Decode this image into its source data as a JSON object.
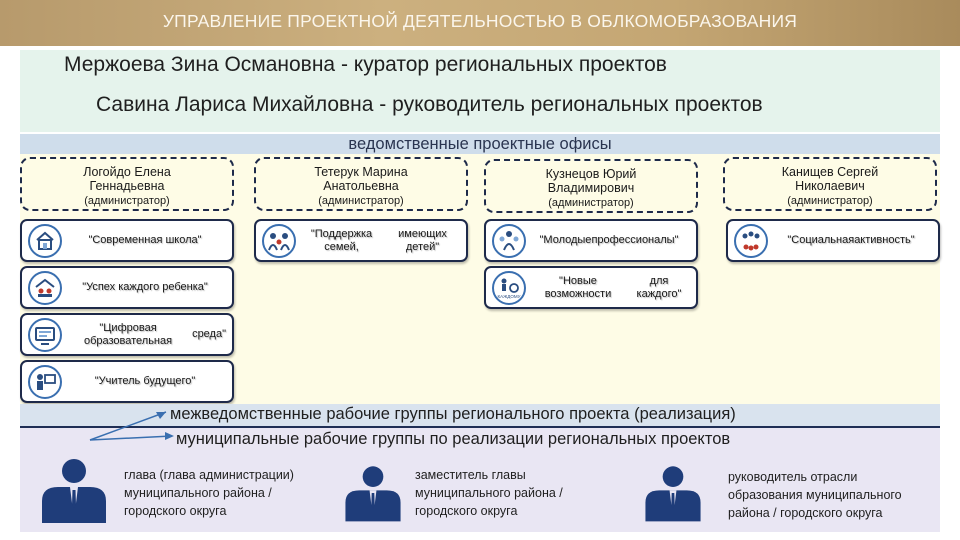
{
  "header": {
    "title": "УПРАВЛЕНИЕ ПРОЕКТНОЙ ДЕЯТЕЛЬНОСТЬЮ В ОБЛКОМОБРАЗОВАНИЯ"
  },
  "leaders": {
    "curator": "Мержоева Зина Османовна - куратор региональных проектов",
    "head": "Савина Лариса Михайловна - руководитель региональных  проектов"
  },
  "offices_label": "ведомственные проектные офисы",
  "admins": [
    {
      "line1": "Логойдо Елена",
      "line2": "Геннадьевна",
      "role": "(администратор)"
    },
    {
      "line1": "Тетерук Марина",
      "line2": "Анатольевна",
      "role": "(администратор)"
    },
    {
      "line1": "Кузнецов Юрий",
      "line2": "Владимирович",
      "role": "(администратор)"
    },
    {
      "line1": "Канищев Сергей",
      "line2": "Николаевич",
      "role": "(администратор)"
    }
  ],
  "projects": [
    {
      "label": "\"Современная школа\"",
      "icon": "school-icon"
    },
    {
      "label": "\"Успех каждого ребенка\"",
      "icon": "child-success-icon"
    },
    {
      "label1": "\"Цифровая образовательная",
      "label2": "среда\"",
      "icon": "digital-screen-icon"
    },
    {
      "label": "\"Учитель будущего\"",
      "icon": "teacher-icon"
    },
    {
      "label1": "\"Поддержка семей,",
      "label2": "имеющих детей\"",
      "icon": "family-icon"
    },
    {
      "label1": "\"Молодые",
      "label2": "профессионалы\"",
      "icon": "young-professionals-icon"
    },
    {
      "label1": "\"Новые возможности",
      "label2": "для каждого\"",
      "icon": "new-opportunities-icon",
      "icon_text": "КАЖДОМУ"
    },
    {
      "label1": "\"Социальная",
      "label2": "активность\"",
      "icon": "social-activity-icon"
    }
  ],
  "interdepartmental_label": "межведомственные рабочие группы регионального проекта (реализация)",
  "municipal_label": "муниципальные рабочие группы по реализации региональных проектов",
  "persons": [
    {
      "lines": [
        "глава (глава администрации)",
        "муниципального района /",
        "городского округа"
      ],
      "icon": "person-icon"
    },
    {
      "lines": [
        "заместитель главы",
        "муниципального района /",
        "городского округа"
      ],
      "icon": "person-icon"
    },
    {
      "lines": [
        "руководитель отрасли",
        "образования муниципального",
        "района / городского округа"
      ],
      "icon": "person-icon"
    }
  ],
  "colors": {
    "header_gold": "#c4a673",
    "navy": "#1e2a4a",
    "leaders_bg": "#e5f3ec",
    "yellow_bg": "#fefce6",
    "municipal_bg": "#e9e6f3",
    "arrow_blue": "#3a6fb0"
  }
}
